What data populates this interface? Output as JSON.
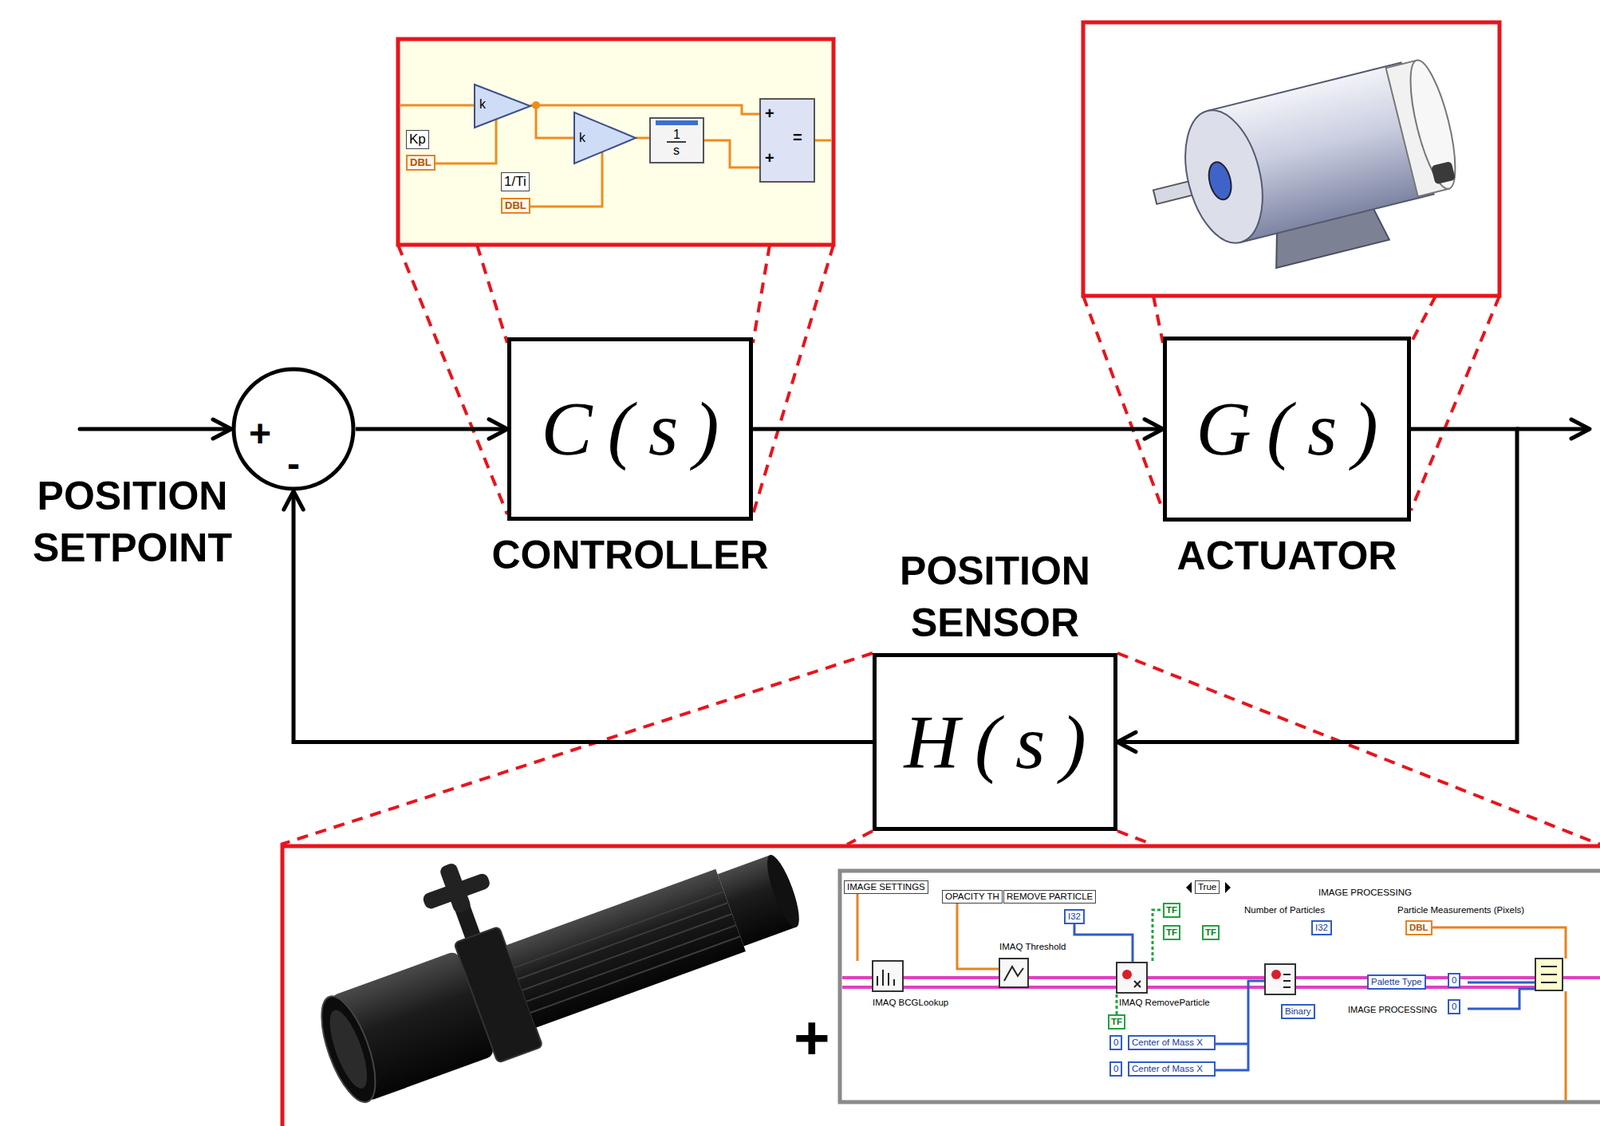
{
  "diagram": {
    "nodes": [
      {
        "text": [
          "+",
          "-"
        ]
      },
      {
        "text": [
          "C(s)",
          "CONTROLLER"
        ]
      },
      {
        "text": [
          "G(s)",
          "ACTUATOR"
        ]
      },
      {
        "text": [
          "POSITION SENSOR",
          "H(s)"
        ]
      }
    ],
    "edges": [
      {
        "from": 0,
        "to": 1,
        "arrow": "to"
      },
      {
        "from": 1,
        "to": 2,
        "arrow": "to"
      },
      {
        "from": 2,
        "to": 3,
        "arrow": "to"
      },
      {
        "from": 3,
        "to": 0,
        "arrow": "to"
      }
    ],
    "labels": [
      "POSITION SETPOINT",
      "Kp",
      "DBL",
      "k",
      "k",
      "1/Ti",
      "DBL",
      "1",
      "s",
      "+",
      "+",
      "=",
      "IMAGE SETTINGS",
      "OPACITY TH",
      "REMOVE PARTICLE",
      "I32",
      "True",
      "IMAGE PROCESSING",
      "Number of Particles",
      "Particle Measurements (Pixels)",
      "I32",
      "DBL",
      "TF",
      "TF",
      "TF",
      "IMAQ Threshold",
      "IMAQ BCGLookup",
      "IMAQ RemoveParticle",
      "TF",
      "0",
      "Center of Mass X",
      "0",
      "Center of Mass X",
      "Palette Type",
      "Binary",
      "IMAGE PROCESSING",
      "0",
      "0",
      "+"
    ]
  }
}
